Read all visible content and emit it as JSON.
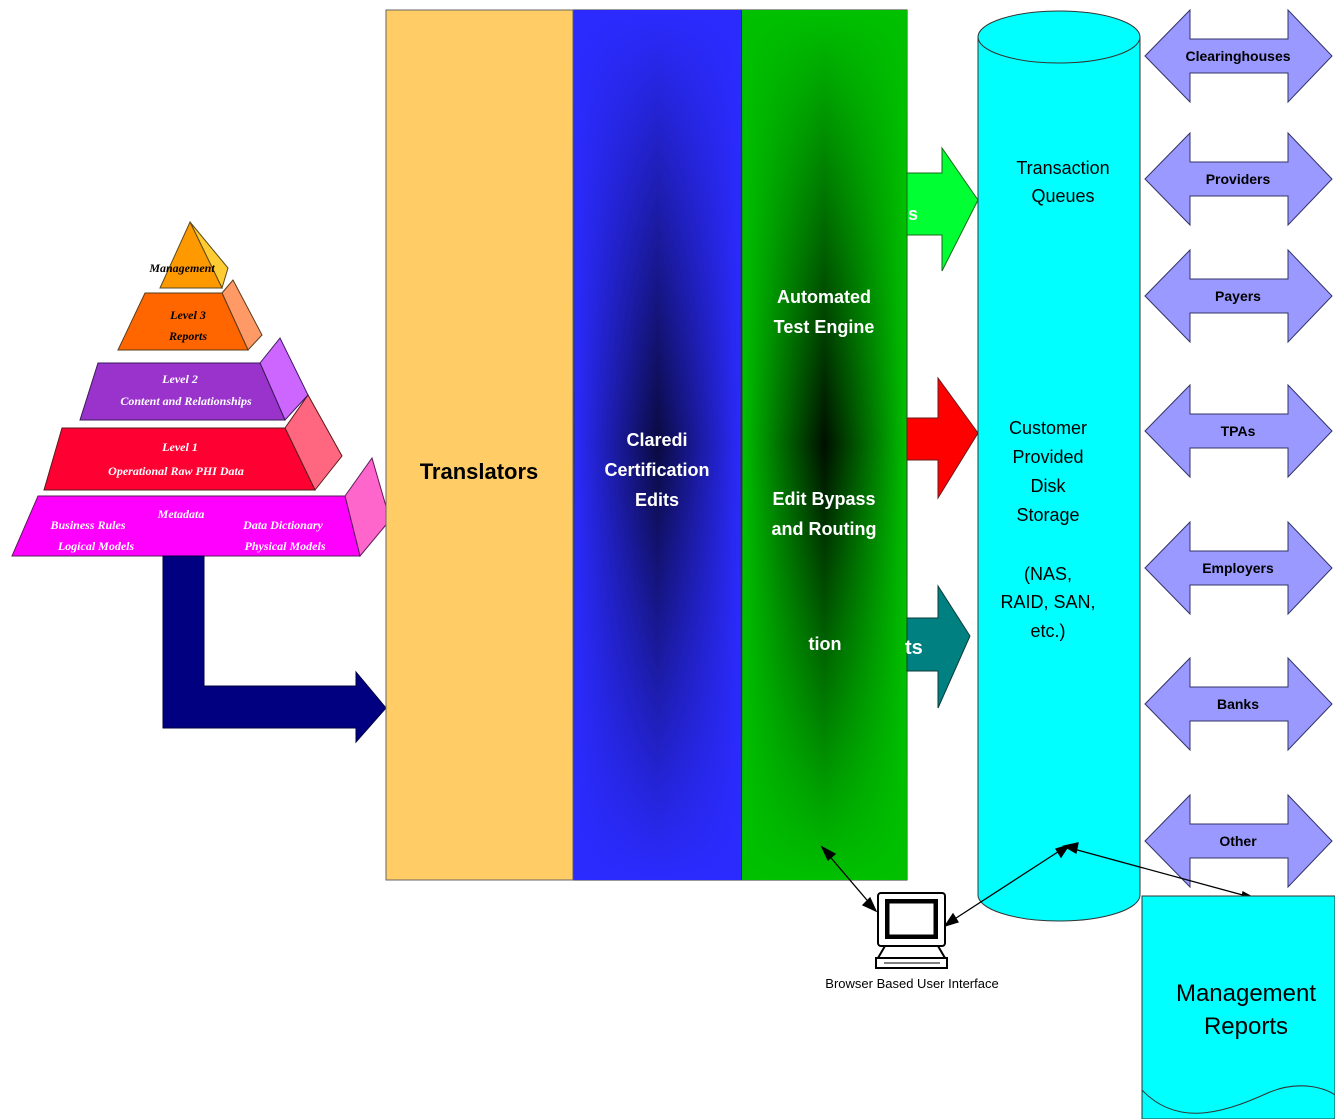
{
  "pyramid": {
    "top_label": "Management",
    "level3": [
      "Level 3",
      "Reports"
    ],
    "level2": [
      "Level 2",
      "Content and Relationships"
    ],
    "level1": [
      "Level 1",
      "Operational Raw PHI Data"
    ],
    "base": {
      "metadata": "Metadata",
      "left": [
        "Business Rules",
        "Logical Models"
      ],
      "right": [
        "Data Dictionary",
        "Physical Models"
      ]
    }
  },
  "columns": {
    "translators": "Translators",
    "claredi": [
      "Claredi",
      "Certification",
      "Edits"
    ],
    "green_top": [
      "Automated",
      "Test Engine"
    ],
    "green_mid": [
      "Edit Bypass",
      "and Routing"
    ],
    "green_bottom": "tion"
  },
  "arrow_fragments": {
    "green": "s",
    "teal": "ts"
  },
  "storage": {
    "queues": [
      "Transaction",
      "Queues"
    ],
    "customer": [
      "Customer",
      "Provided",
      "Disk",
      "Storage"
    ],
    "types": [
      "(NAS,",
      "RAID, SAN,",
      "etc.)"
    ]
  },
  "partners": [
    "Clearinghouses",
    "Providers",
    "Payers",
    "TPAs",
    "Employers",
    "Banks",
    "Other"
  ],
  "computer_caption": "Browser Based User Interface",
  "reports": [
    "Management",
    "Reports"
  ]
}
